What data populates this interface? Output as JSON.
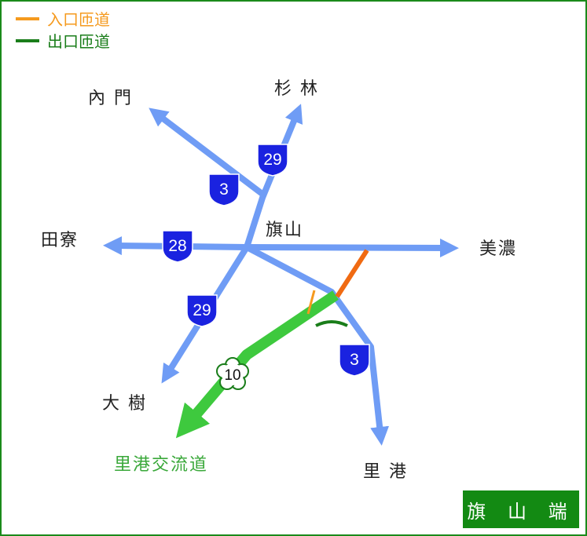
{
  "title": "旗 山 端",
  "legend": [
    {
      "label": "入口匝道",
      "color": "#f59a1e"
    },
    {
      "label": "出口匝道",
      "color": "#1a7d1a"
    }
  ],
  "places": {
    "neimen": "內 門",
    "shanlin": "杉 林",
    "tianliao": "田寮",
    "qishan": "旗山",
    "meinong": "美濃",
    "dashu": "大 樹",
    "ligang_jct": "里港交流道",
    "ligang": "里 港"
  },
  "shields": {
    "r3_top": "3",
    "r29_top": "29",
    "r28": "28",
    "r29_bottom": "29",
    "r3_bottom": "3",
    "fw10": "10"
  },
  "colors": {
    "road": "#6f9cf5",
    "freeway": "#3ec93e",
    "shield": "#1a22e0",
    "entry_ramp": "#f59a1e",
    "entry_ramp_main": "#f06a12",
    "exit_ramp": "#1a7d1a",
    "border": "#1a8a1a"
  }
}
